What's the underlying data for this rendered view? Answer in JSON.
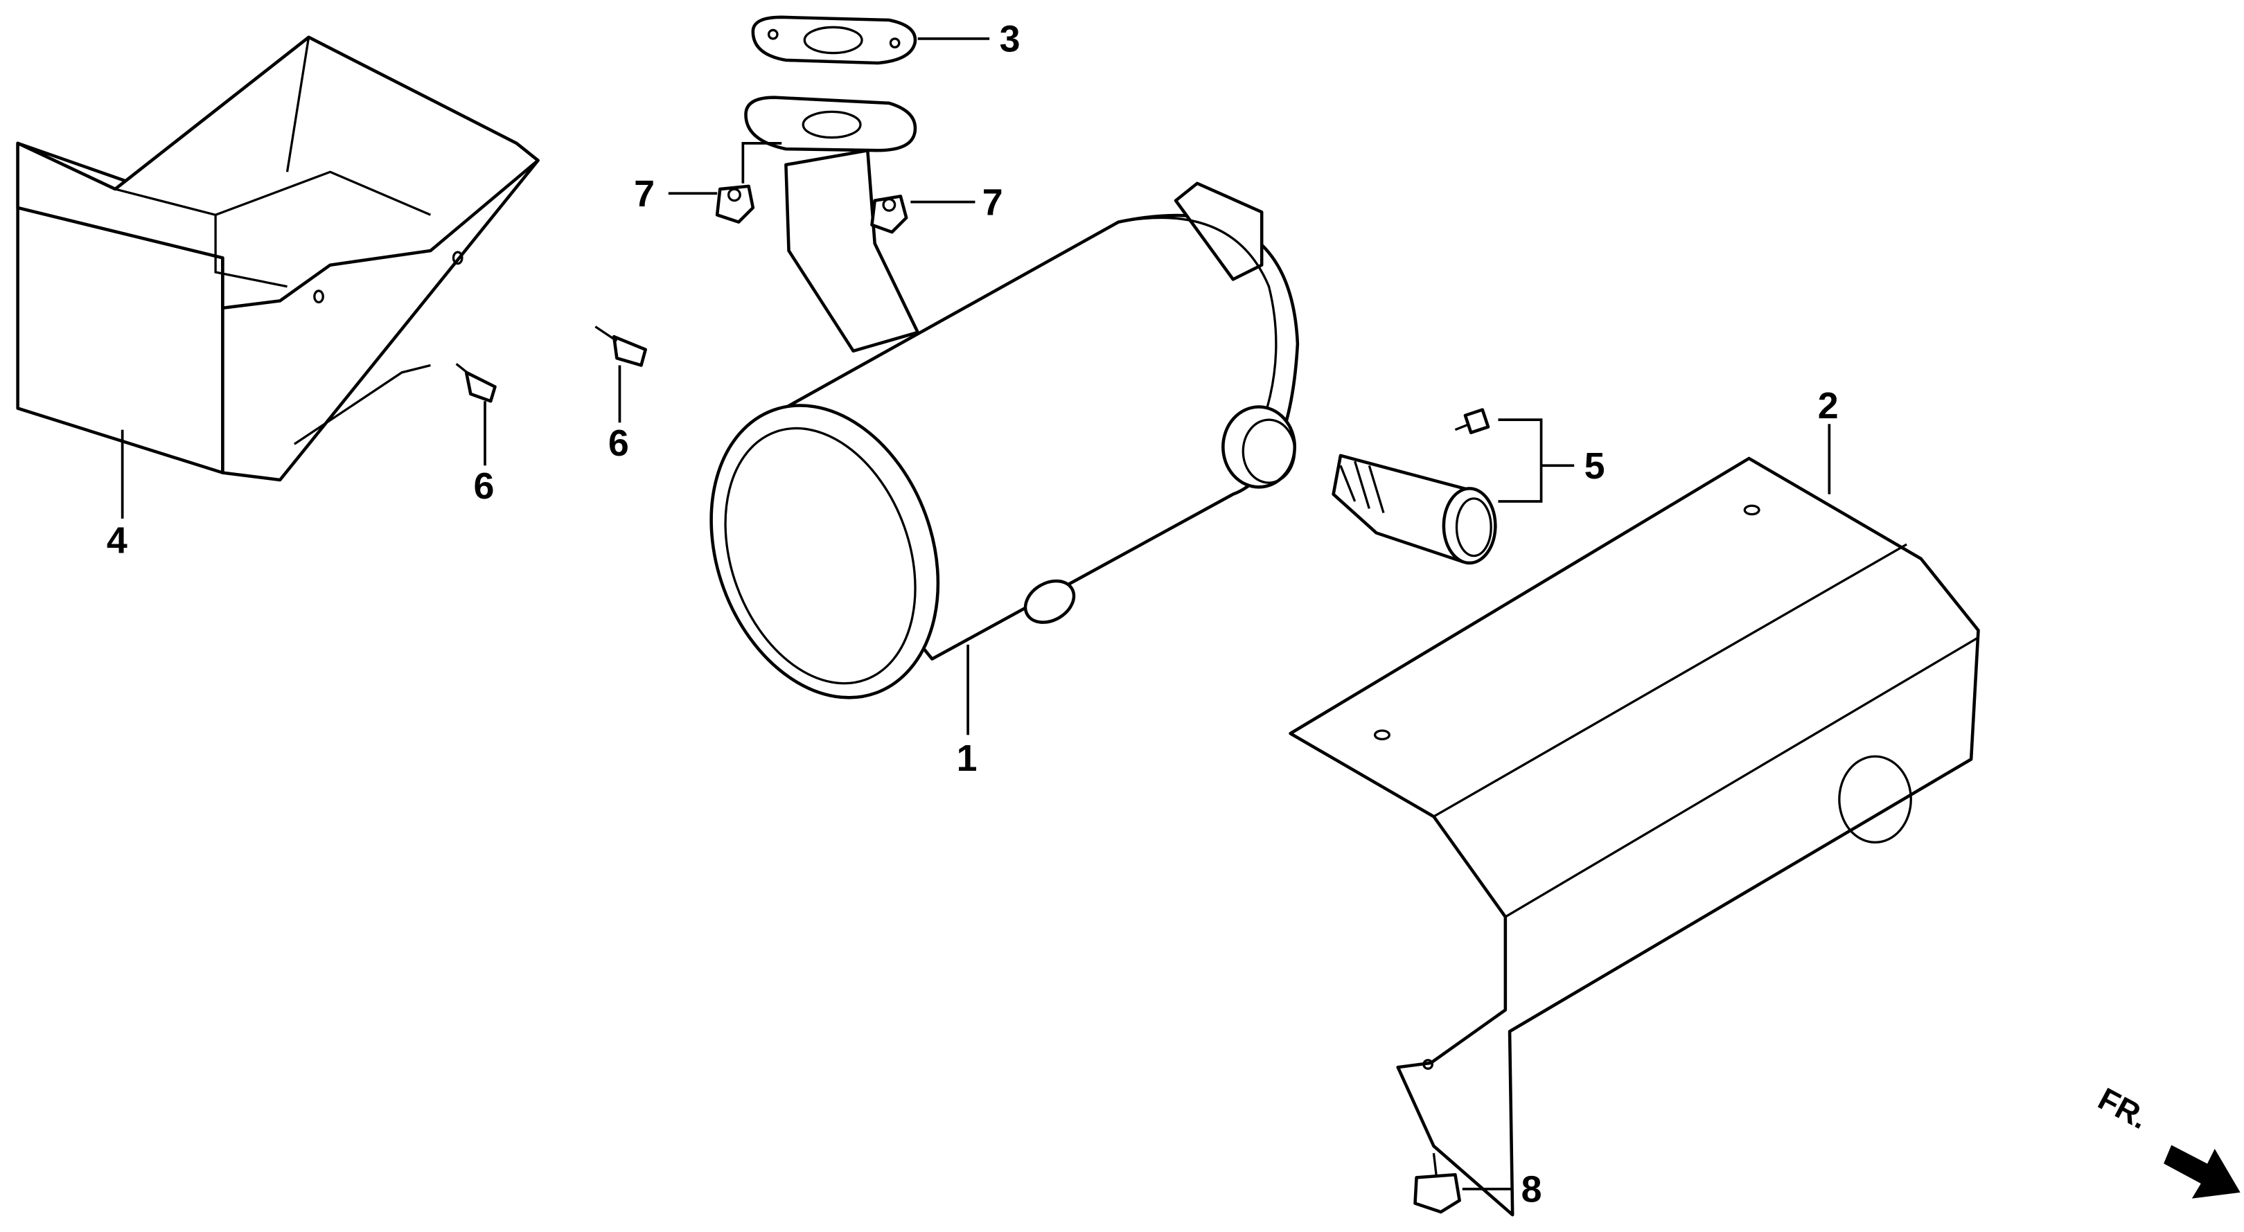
{
  "diagram": {
    "type": "exploded-parts-diagram",
    "callouts": {
      "muffler": "1",
      "heat_shield": "2",
      "gasket": "3",
      "muffler_cover": "4",
      "spark_arrester": "5",
      "bolt_left": "6",
      "bolt_middle": "6",
      "nut_left": "7",
      "nut_right": "7",
      "bolt_bottom": "8"
    },
    "direction_label": "FR."
  }
}
